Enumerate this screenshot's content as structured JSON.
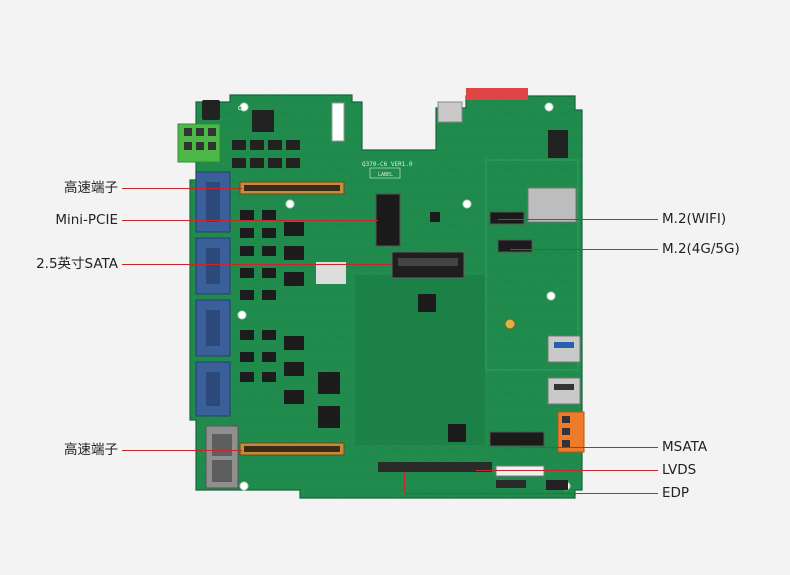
{
  "callouts_left": [
    {
      "id": "hs-connector-top",
      "text": "高速端子"
    },
    {
      "id": "mini-pcie",
      "text": "Mini-PCIE"
    },
    {
      "id": "sata",
      "text": "2.5英寸SATA"
    },
    {
      "id": "hs-connector-bottom",
      "text": "高速端子"
    }
  ],
  "callouts_right": [
    {
      "id": "m2-wifi",
      "text": "M.2(WIFI)"
    },
    {
      "id": "m2-4g5g",
      "text": "M.2(4G/5G)"
    },
    {
      "id": "msata",
      "text": "MSATA"
    },
    {
      "id": "lvds",
      "text": "LVDS"
    },
    {
      "id": "edp",
      "text": "EDP"
    }
  ],
  "board": {
    "model_text": "Q370-C6 VER1.0",
    "label_text": "LABEL"
  },
  "colors": {
    "background": "#f3f3f3",
    "pcb": "#1f8a4c",
    "pcb_dark": "#17703c",
    "leader_line": "#c8252c",
    "label_text": "#222222",
    "terminal_block": "#f07a2c",
    "green_terminal": "#4cb848",
    "serial_port": "#3a5f9a",
    "usb_metal": "#c9c9c9",
    "rj45_metal": "#8f8f8f",
    "red_header": "#e04545"
  }
}
